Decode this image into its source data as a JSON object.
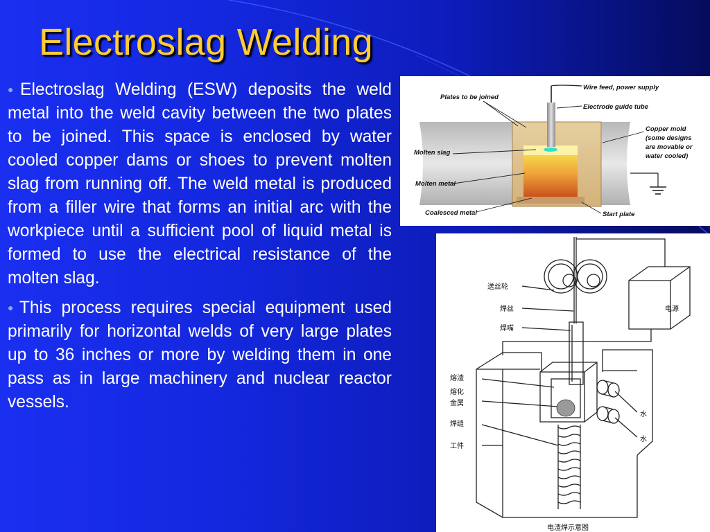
{
  "slide": {
    "title": "Electroslag Welding",
    "bullets": [
      "Electroslag Welding (ESW) deposits the weld metal into the weld cavity between the two plates to be joined. This space is enclosed by water cooled copper dams or shoes to prevent molten slag from running off. The weld metal is produced from a filler wire that forms an initial arc with the workpiece until a sufficient pool of liquid metal is formed to use the electrical resistance of the molten slag.",
      "This process requires special equipment used primarily for horizontal welds of very large plates up to 36 inches or more by welding them in one pass as in large machinery and nuclear reactor vessels."
    ],
    "bullet_glyph": "●"
  },
  "figure_top": {
    "labels": {
      "plates": "Plates to be joined",
      "wire_feed": "Wire feed, power supply",
      "guide_tube": "Electrode guide tube",
      "copper_mold_1": "Copper mold",
      "copper_mold_2": "(some  designs",
      "copper_mold_3": "are movable or",
      "copper_mold_4": "water cooled)",
      "molten_slag": "Molten slag",
      "molten_metal": "Molten metal",
      "coalesced_metal": "Coalesced metal",
      "start_plate": "Start plate"
    }
  },
  "figure_bottom": {
    "labels": {
      "feed_wheel": "送丝轮",
      "wire": "焊丝",
      "nozzle": "焊嘴",
      "power": "电源",
      "slag": "熔渣",
      "molten_metal_1": "熔化",
      "molten_metal_2": "金属",
      "weld_seam": "焊缝",
      "workpiece": "工件",
      "water_1": "水",
      "water_2": "水",
      "caption": "电渣焊示意图"
    }
  },
  "colors": {
    "title": "#ffcc33",
    "text": "#ffffff",
    "bullet": "#7db0ff"
  }
}
